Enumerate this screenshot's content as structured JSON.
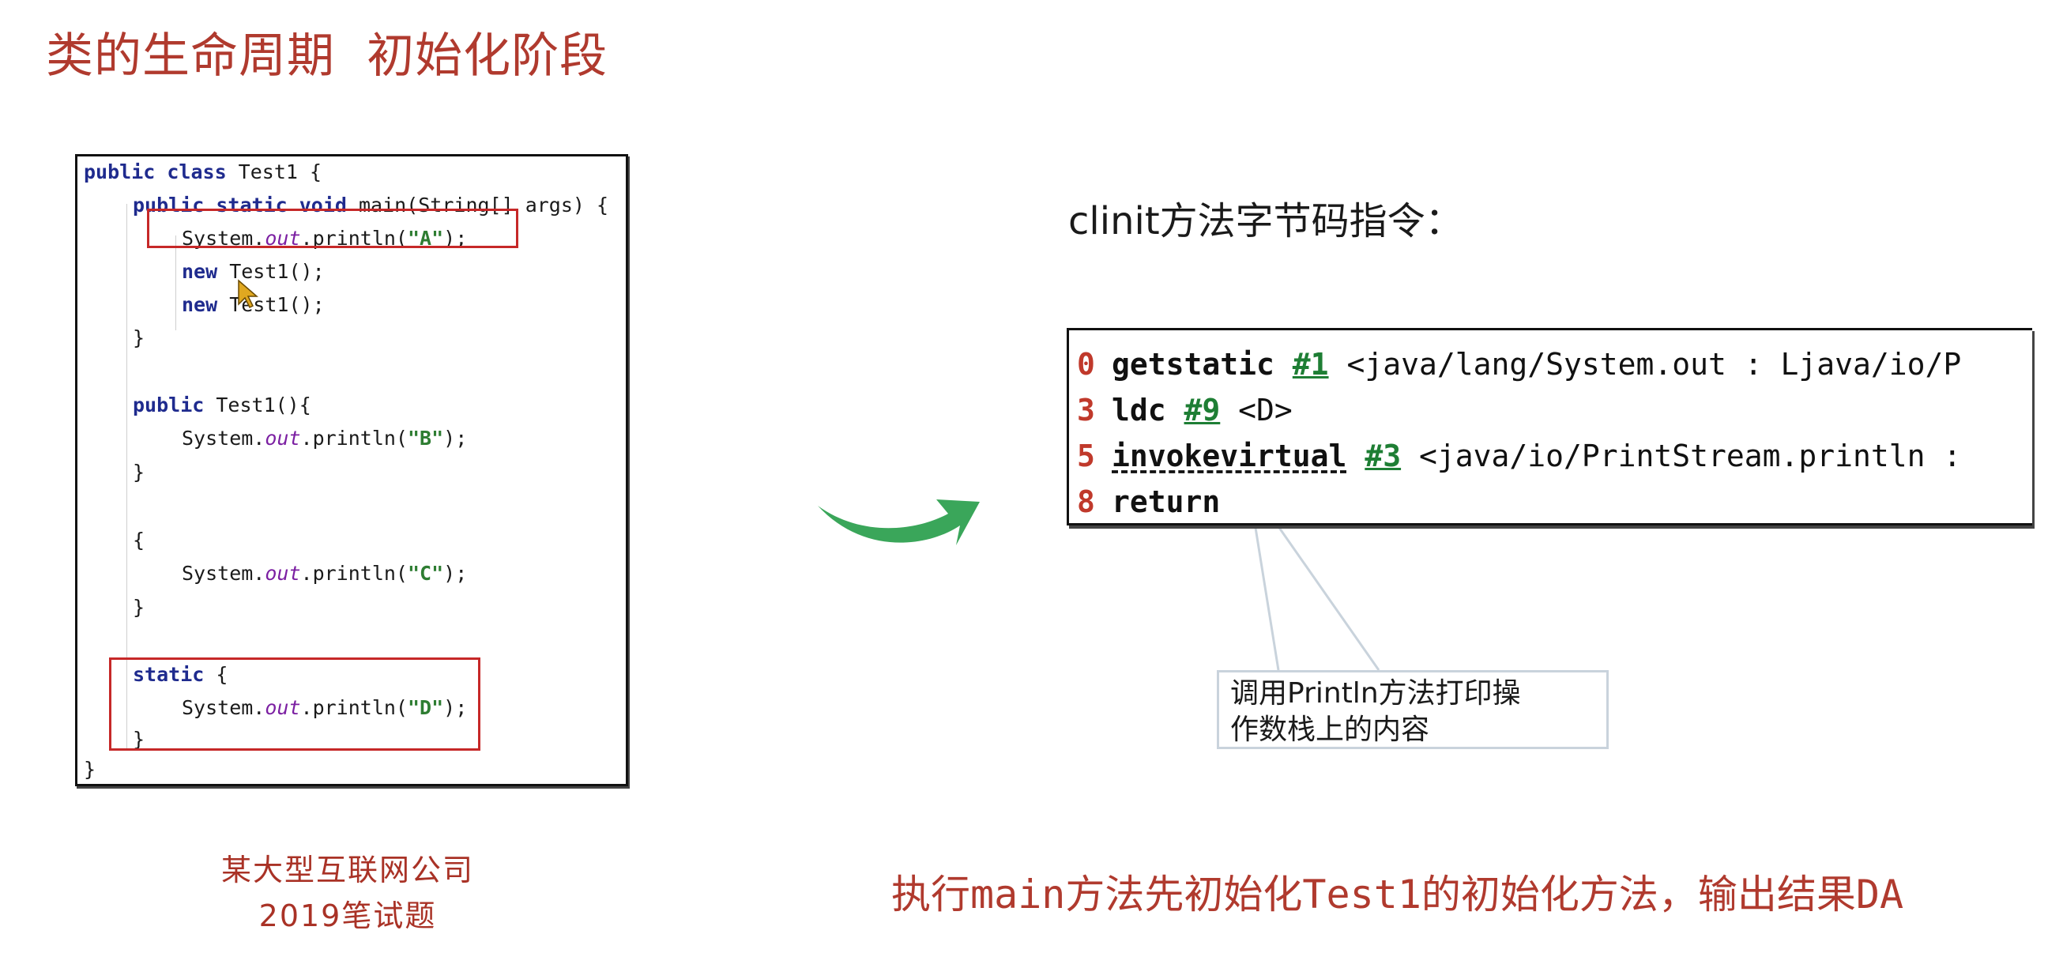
{
  "title": "类的生命周期  初始化阶段",
  "code": {
    "line1": {
      "kw": "public class",
      "rest": " Test1 {"
    },
    "line2": {
      "kw": "public static void",
      "rest": " main(String[] args) {"
    },
    "println_a": {
      "pre": "System.",
      "it": "out",
      "mid": ".println(",
      "str": "\"A\"",
      "post": ");"
    },
    "new1": {
      "kw": "new",
      "rest": " Test1();"
    },
    "new2": {
      "kw": "new",
      "rest": " Test1();"
    },
    "close_main": "}",
    "ctor": {
      "kw": "public",
      "rest": " Test1(){"
    },
    "println_b": {
      "pre": "System.",
      "it": "out",
      "mid": ".println(",
      "str": "\"B\"",
      "post": ");"
    },
    "close_ctor": "}",
    "open_block": "{",
    "println_c": {
      "pre": "System.",
      "it": "out",
      "mid": ".println(",
      "str": "\"C\"",
      "post": ");"
    },
    "close_block": "}",
    "static_open": {
      "kw": "static",
      "rest": " {"
    },
    "println_d": {
      "pre": "System.",
      "it": "out",
      "mid": ".println(",
      "str": "\"D\"",
      "post": ");"
    },
    "close_static": "}",
    "close_class": "}"
  },
  "caption_left": {
    "line1": "某大型互联网公司",
    "line2": "2019笔试题"
  },
  "subtitle": "clinit方法字节码指令：",
  "bytecode": [
    {
      "num": "0",
      "op": "getstatic",
      "ref": "#1",
      "rest": " <java/lang/System.out : Ljava/io/P"
    },
    {
      "num": "3",
      "op": "ldc",
      "ref": "#9",
      "rest": " <D>"
    },
    {
      "num": "5",
      "op": "invokevirtual",
      "ref": "#3",
      "rest": " <java/io/PrintStream.println :"
    },
    {
      "num": "8",
      "op": "return",
      "ref": "",
      "rest": ""
    }
  ],
  "callout": {
    "line1": "调用Println方法打印操",
    "line2": "作数栈上的内容"
  },
  "caption_right": "执行main方法先初始化Test1的初始化方法，输出结果DA",
  "colors": {
    "title_red": "#b03a2e",
    "arrow_green": "#3aa65a",
    "highlight_red": "#c62828",
    "keyword_blue": "#1f2b8e",
    "string_green": "#2e7d32"
  }
}
